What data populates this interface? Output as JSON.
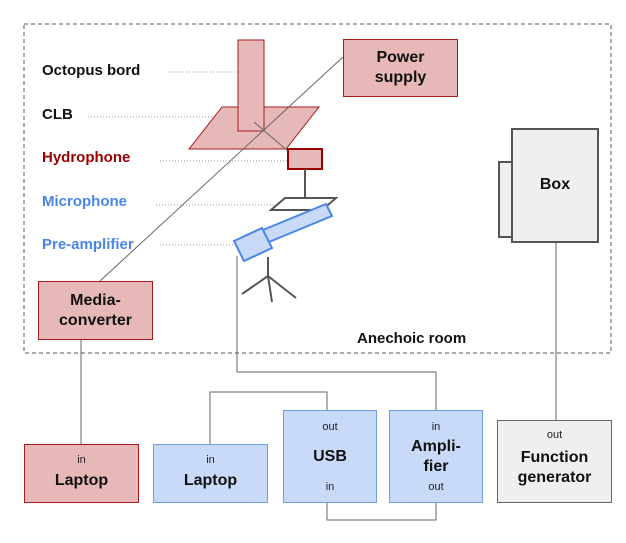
{
  "labels": {
    "octopus": "Octopus bord",
    "clb": "CLB",
    "hydrophone": "Hydrophone",
    "microphone": "Microphone",
    "preamp": "Pre-amplifier",
    "room": "Anechoic room"
  },
  "boxes": {
    "power_supply": {
      "line1": "Power",
      "line2": "supply"
    },
    "media_converter": {
      "line1": "Media-",
      "line2": "converter"
    },
    "box": "Box",
    "laptop_red": {
      "port": "in",
      "name": "Laptop"
    },
    "laptop_blue": {
      "port": "in",
      "name": "Laptop"
    },
    "usb": {
      "port_top": "out",
      "name": "USB",
      "port_bottom": "in"
    },
    "amplifier": {
      "port_top": "in",
      "line1": "Ampli-",
      "line2": "fier",
      "port_bottom": "out"
    },
    "function_generator": {
      "port": "out",
      "line1": "Function",
      "line2": "generator"
    }
  },
  "colors": {
    "red_text": "#990000",
    "blue_text": "#4a86e8",
    "red_fill": "#e6b8b7",
    "red_border": "#a61c1c",
    "blue_fill": "#c9daf8",
    "blue_border": "#6d9eeb",
    "grey_fill": "#efefef"
  }
}
